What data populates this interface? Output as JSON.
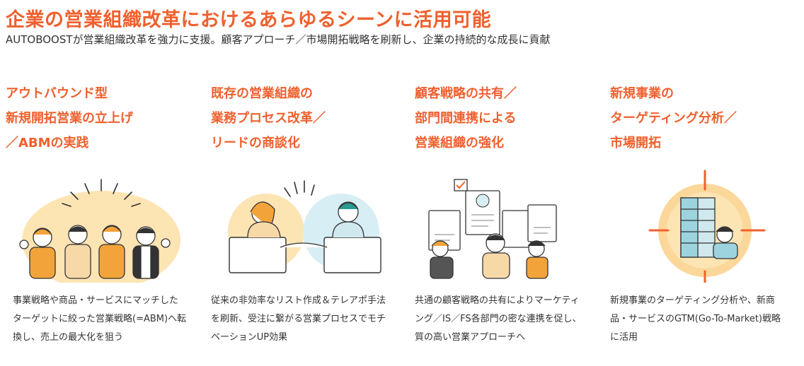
{
  "hero": {
    "title": "企業の営業組織改革におけるあらゆるシーンに活用可能",
    "subtitle": "AUTOBOOSTが営業組織改革を強力に支援。顧客アプローチ／市場開拓戦略を刷新し、企業の持続的な成長に貢献"
  },
  "colors": {
    "accent": "#f0602e",
    "accent_light": "#fbd79a",
    "text": "#333333"
  },
  "scenes": [
    {
      "heading_lines": [
        "アウトバウンド型",
        "新規開拓営業の立上げ",
        "／ABMの実践"
      ],
      "illustration": "team-cheering-illustration",
      "desc_lines": [
        "事業戦略や商品・サービスにマッチした",
        "ターゲットに絞った営業戦略(=ABM)へ転",
        "換し、売上の最大化を狙う"
      ]
    },
    {
      "heading_lines": [
        "既存の営業組織の",
        "業務プロセス改革／",
        "リードの商談化"
      ],
      "illustration": "online-handshake-illustration",
      "desc_lines": [
        "従来の非効率なリスト作成＆テレアポ手法",
        "を刷新、受注に繋がる営業プロセスでモチ",
        "ベーションUP効果"
      ]
    },
    {
      "heading_lines": [
        "顧客戦略の共有／",
        "部門間連携による",
        "営業組織の強化"
      ],
      "illustration": "shared-profiles-illustration",
      "desc_lines": [
        "共通の顧客戦略の共有によりマーケティ",
        "ング／IS／FS各部門の密な連携を促し、",
        "質の高い営業アプローチへ"
      ]
    },
    {
      "heading_lines": [
        "新規事業の",
        "ターゲティング分析／",
        "市場開拓"
      ],
      "illustration": "targeting-building-illustration",
      "desc_lines": [
        "新規事業のターゲティング分析や、新商",
        "品・サービスのGTM(Go-To-Market)戦略",
        "に活用"
      ]
    }
  ]
}
